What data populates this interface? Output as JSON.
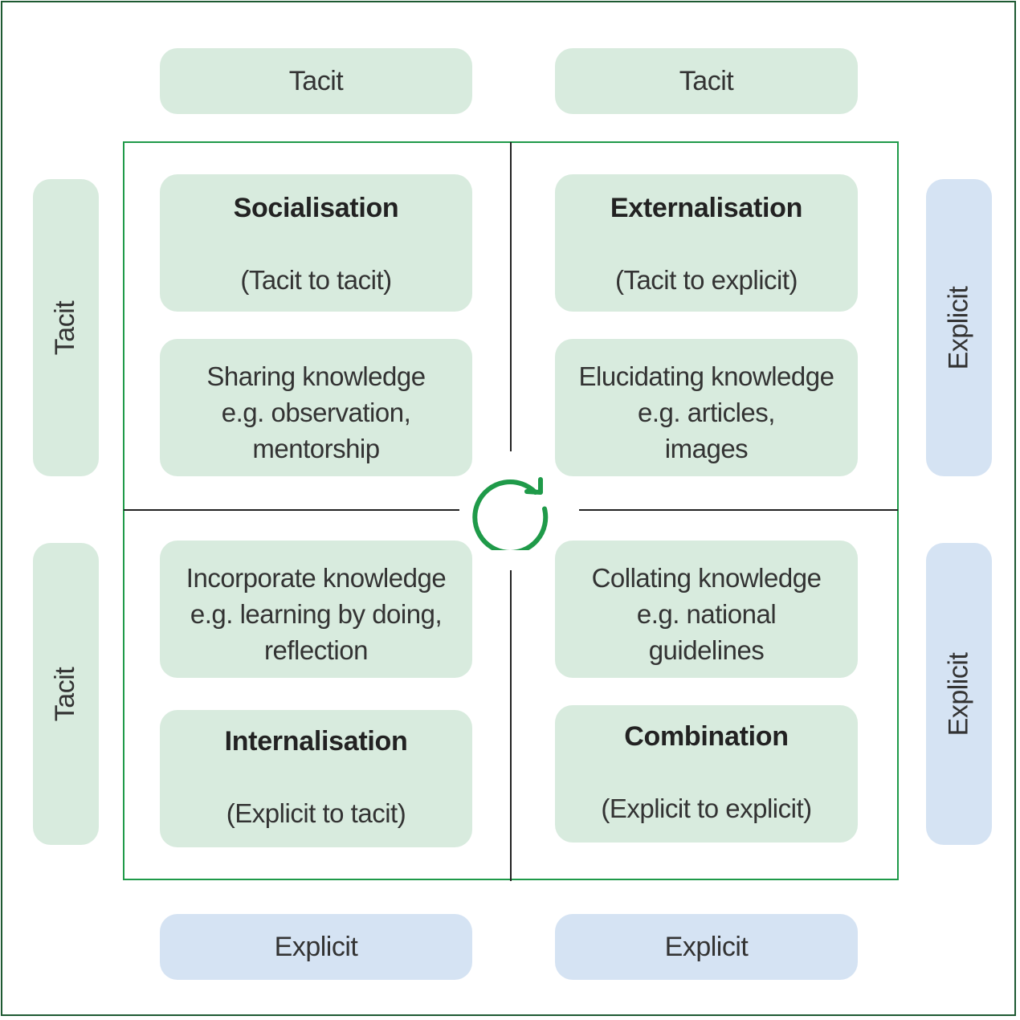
{
  "top_labels": [
    "Tacit",
    "Tacit"
  ],
  "bottom_labels": [
    "Explicit",
    "Explicit"
  ],
  "left_labels": [
    "Tacit",
    "Tacit"
  ],
  "right_labels": [
    "Explicit",
    "Explicit"
  ],
  "quadrants": {
    "socialisation": {
      "title": "Socialisation",
      "subtitle": "(Tacit to tacit)",
      "description": [
        "Sharing knowledge",
        "e.g. observation,",
        "mentorship"
      ]
    },
    "externalisation": {
      "title": "Externalisation",
      "subtitle": "(Tacit to explicit)",
      "description": [
        "Elucidating knowledge",
        "e.g. articles,",
        "images"
      ]
    },
    "internalisation": {
      "title": "Internalisation",
      "subtitle": "(Explicit to tacit)",
      "description": [
        "Incorporate knowledge",
        "e.g. learning by doing,",
        "reflection"
      ]
    },
    "combination": {
      "title": "Combination",
      "subtitle": "(Explicit to explicit)",
      "description": [
        "Collating knowledge",
        "e.g. national",
        "guidelines"
      ]
    }
  },
  "colors": {
    "green_fill": "#d8ebde",
    "blue_fill": "#d5e3f3",
    "matrix_border": "#1f9a49",
    "cycle_icon": "#1f9a49",
    "frame_border": "#1e5a32"
  },
  "icons": {
    "center": "cycle-arrow-icon"
  }
}
